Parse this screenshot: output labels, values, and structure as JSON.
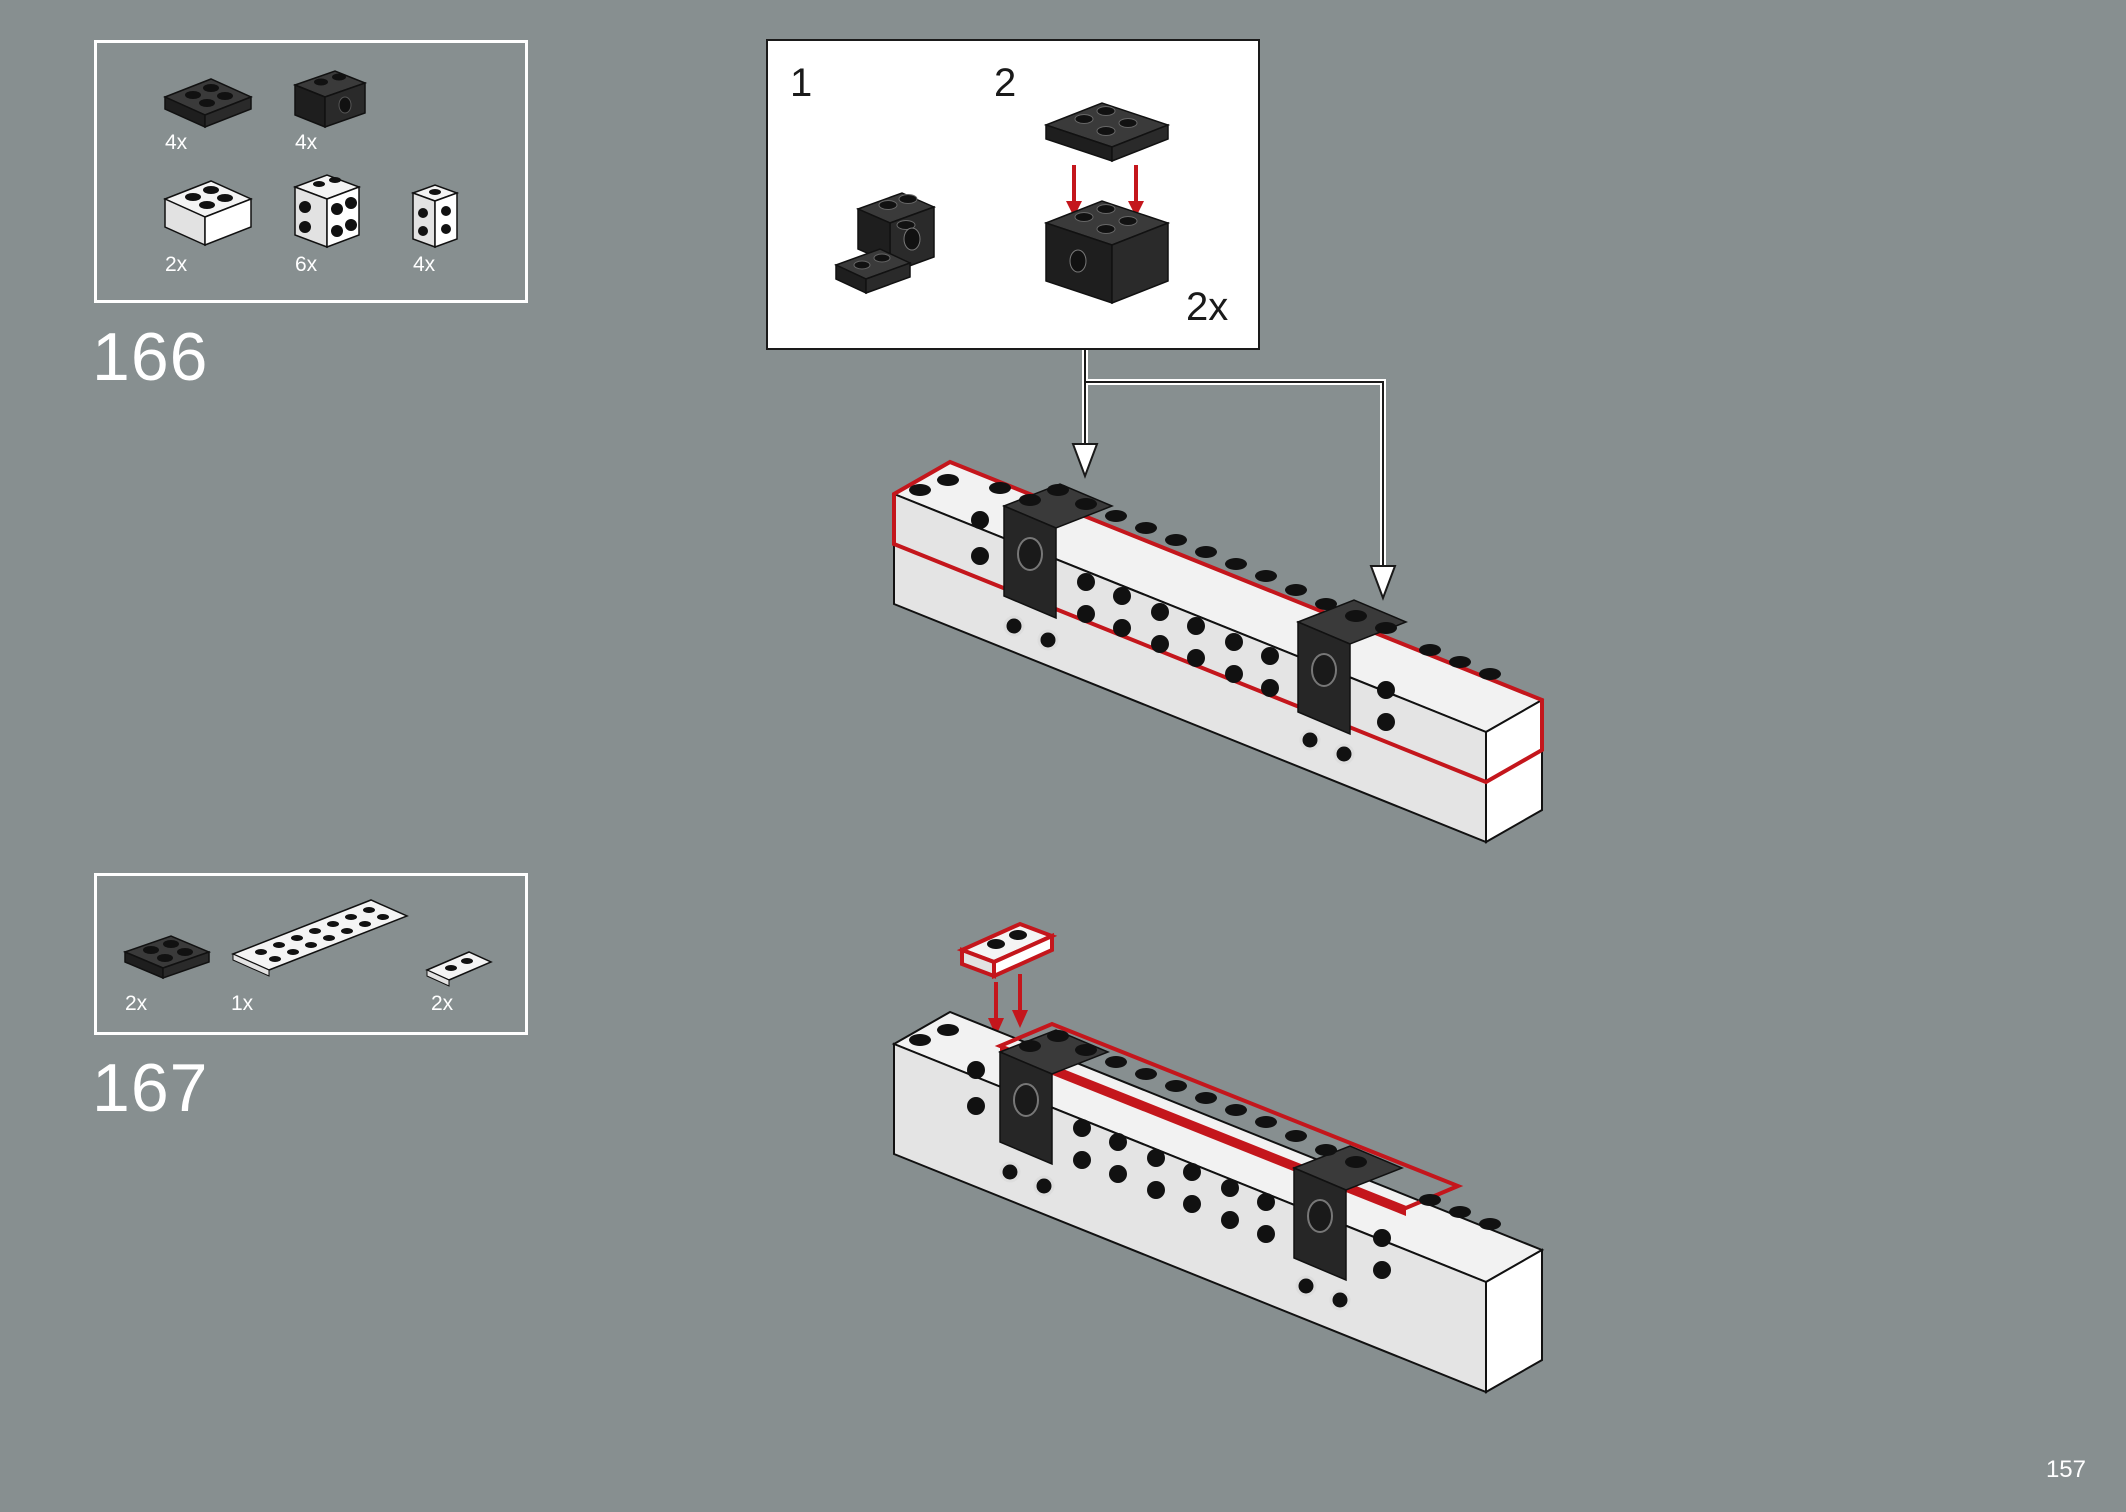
{
  "page_number": "157",
  "steps": [
    {
      "number": "166",
      "parts": [
        {
          "color": "black",
          "type": "plate-2x2",
          "qty": "4x"
        },
        {
          "color": "black",
          "type": "technic-brick-1x2-hole",
          "qty": "4x"
        },
        {
          "color": "white",
          "type": "brick-2x2",
          "qty": "2x"
        },
        {
          "color": "white",
          "type": "brick-1x2-studs-on-side",
          "qty": "6x"
        },
        {
          "color": "white",
          "type": "brick-1x1-studs-on-side",
          "qty": "4x"
        }
      ],
      "subassembly": {
        "sub_steps": [
          "1",
          "2"
        ],
        "multiplier": "2x"
      }
    },
    {
      "number": "167",
      "parts": [
        {
          "color": "black",
          "type": "plate-2x2",
          "qty": "2x"
        },
        {
          "color": "white",
          "type": "plate-2x8",
          "qty": "1x"
        },
        {
          "color": "white",
          "type": "plate-1x2",
          "qty": "2x"
        }
      ]
    }
  ],
  "colors": {
    "background": "#878f90",
    "highlight": "#c4161c",
    "black_part": "#2b2b2b",
    "white_part": "#eeeeee"
  }
}
